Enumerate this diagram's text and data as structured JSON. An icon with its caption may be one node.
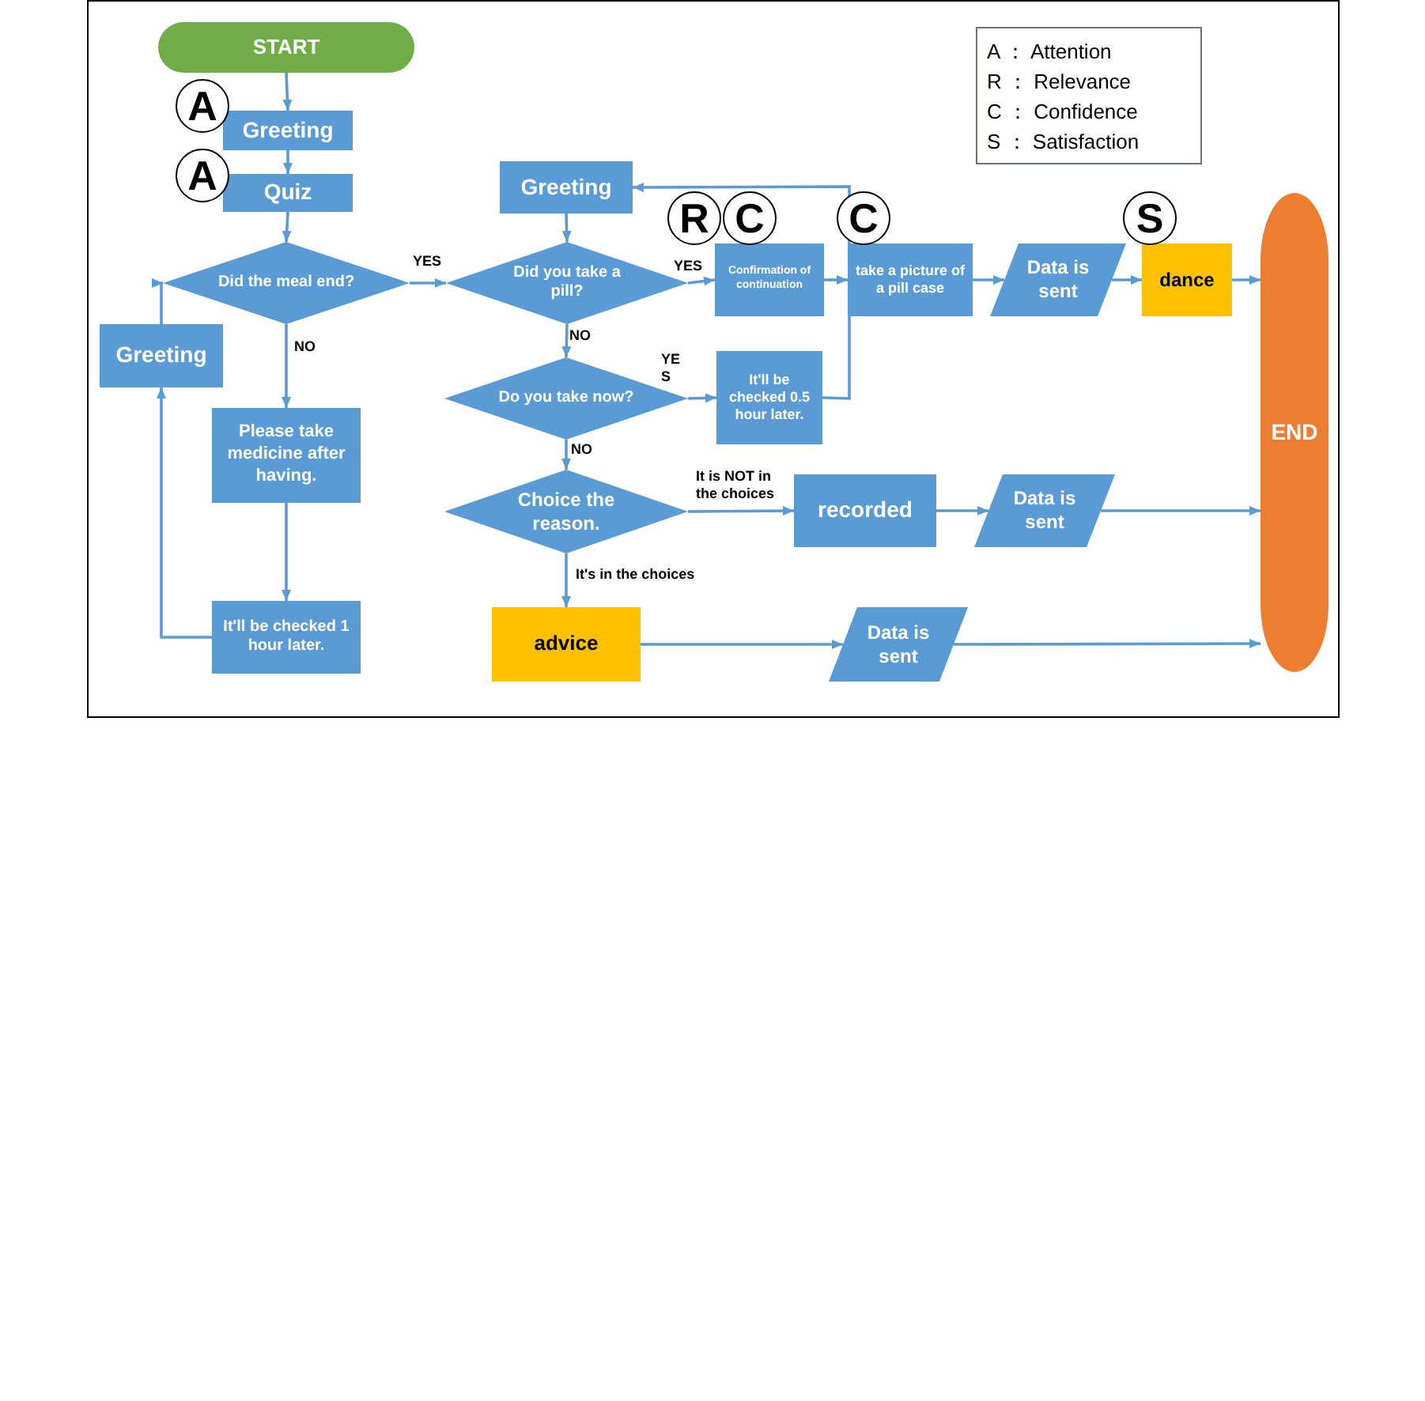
{
  "diagram": {
    "nodes": [
      {
        "text": [
          "START"
        ]
      },
      {
        "text": [
          "Greeting"
        ]
      },
      {
        "text": [
          "Quiz"
        ]
      },
      {
        "text": [
          "Did the meal end?"
        ]
      },
      {
        "text": [
          "Greeting"
        ]
      },
      {
        "text": [
          "Please take medicine after having."
        ]
      },
      {
        "text": [
          "It'll be checked 1 hour later."
        ]
      },
      {
        "text": [
          "Greeting"
        ]
      },
      {
        "text": [
          "Did you take a pill?"
        ]
      },
      {
        "text": [
          "Do you take now?"
        ]
      },
      {
        "text": [
          "Choice the reason."
        ]
      },
      {
        "text": [
          "Confirmation of continuation"
        ]
      },
      {
        "text": [
          "take a picture of a pill case"
        ]
      },
      {
        "text": [
          "It'll be checked 0.5 hour later."
        ]
      },
      {
        "text": [
          "Data is sent"
        ]
      },
      {
        "text": [
          "dance"
        ]
      },
      {
        "text": [
          "END"
        ]
      },
      {
        "text": [
          "recorded"
        ]
      },
      {
        "text": [
          "Data is sent"
        ]
      },
      {
        "text": [
          "advice"
        ]
      },
      {
        "text": [
          "Data is sent"
        ]
      }
    ],
    "edges": [
      {
        "from": 0,
        "to": 1,
        "arrow": "to"
      },
      {
        "from": 1,
        "to": 2,
        "arrow": "to"
      },
      {
        "from": 2,
        "to": 3,
        "arrow": "to"
      },
      {
        "from": 3,
        "to": 8,
        "arrow": "to",
        "label": "YES"
      },
      {
        "from": 3,
        "to": 5,
        "arrow": "to",
        "label": "NO"
      },
      {
        "from": 5,
        "to": 6,
        "arrow": "to"
      },
      {
        "from": 6,
        "to": 4,
        "arrow": "to"
      },
      {
        "from": 4,
        "to": 3,
        "arrow": "to"
      },
      {
        "from": 7,
        "to": 8,
        "arrow": "to"
      },
      {
        "from": 8,
        "to": 11,
        "arrow": "to",
        "label": "YES"
      },
      {
        "from": 8,
        "to": 9,
        "arrow": "to",
        "label": "NO"
      },
      {
        "from": 9,
        "to": 13,
        "arrow": "to",
        "label": "YE S"
      },
      {
        "from": 9,
        "to": 10,
        "arrow": "to",
        "label": "NO"
      },
      {
        "from": 11,
        "to": 12,
        "arrow": "to"
      },
      {
        "from": 12,
        "to": 14,
        "arrow": "to"
      },
      {
        "from": 14,
        "to": 15,
        "arrow": "to"
      },
      {
        "from": 15,
        "to": 16,
        "arrow": "to"
      },
      {
        "from": 13,
        "to": 7,
        "arrow": "to"
      },
      {
        "from": 10,
        "to": 17,
        "arrow": "to",
        "label": "It is NOT in the choices"
      },
      {
        "from": 17,
        "to": 18,
        "arrow": "to"
      },
      {
        "from": 18,
        "to": 16,
        "arrow": "to"
      },
      {
        "from": 10,
        "to": 19,
        "arrow": "to",
        "label": "It's in the choices"
      },
      {
        "from": 19,
        "to": 20,
        "arrow": "to"
      },
      {
        "from": 20,
        "to": 16,
        "arrow": "to"
      }
    ],
    "labels": [
      "A ： Attention",
      "R ： Relevance",
      "C ： Confidence",
      "S ： Satisfaction",
      "A",
      "A",
      "R",
      "C",
      "C",
      "S"
    ]
  }
}
